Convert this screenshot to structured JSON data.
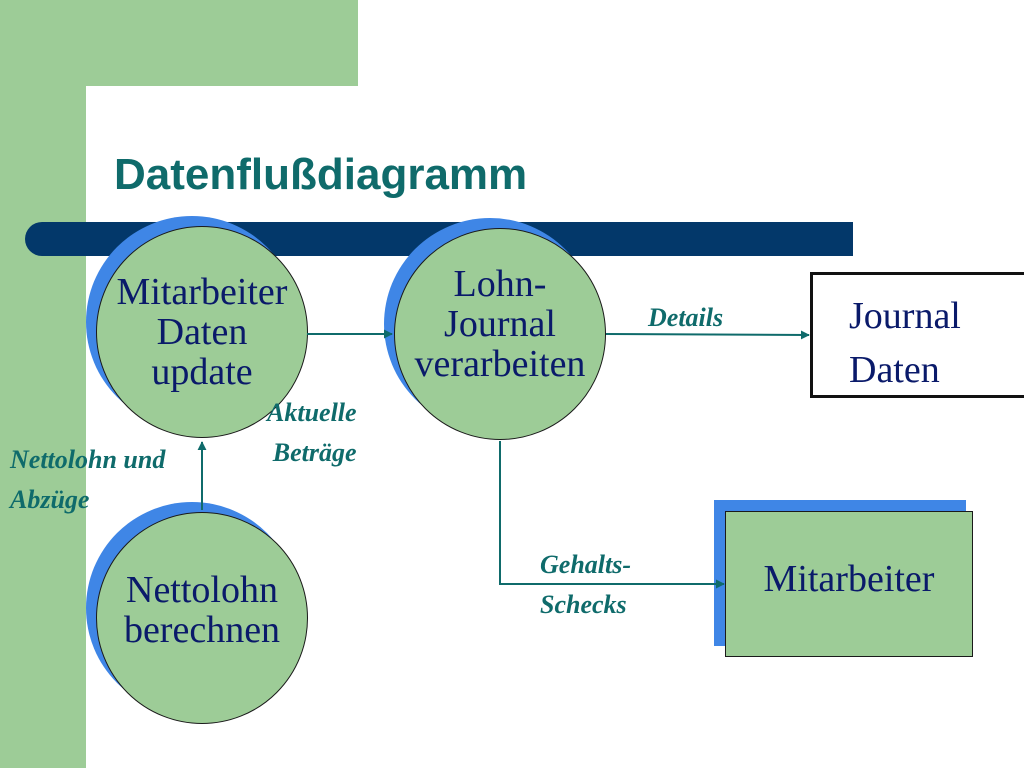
{
  "title": "Datenflußdiagramm",
  "processes": {
    "update": "Mitarbeiter\nDaten\nupdate",
    "journal": "Lohn-\nJournal\nverarbeiten",
    "netto": "Nettolohn\nberechnen"
  },
  "data_store": "Journal\nDaten",
  "external_entity": "Mitarbeiter",
  "flows": {
    "details": "Details",
    "aktuelle": "Aktuelle\nBeträge",
    "nettolohn": "Nettolohn und\nAbzüge",
    "gehalts": "Gehalts-\nSchecks"
  },
  "colors": {
    "accent_green": "#9dcc97",
    "title_teal": "#0f6b6b",
    "bar_navy": "#03386a",
    "shadow_blue": "#3f86e6",
    "text_navy": "#0a1a6a"
  }
}
